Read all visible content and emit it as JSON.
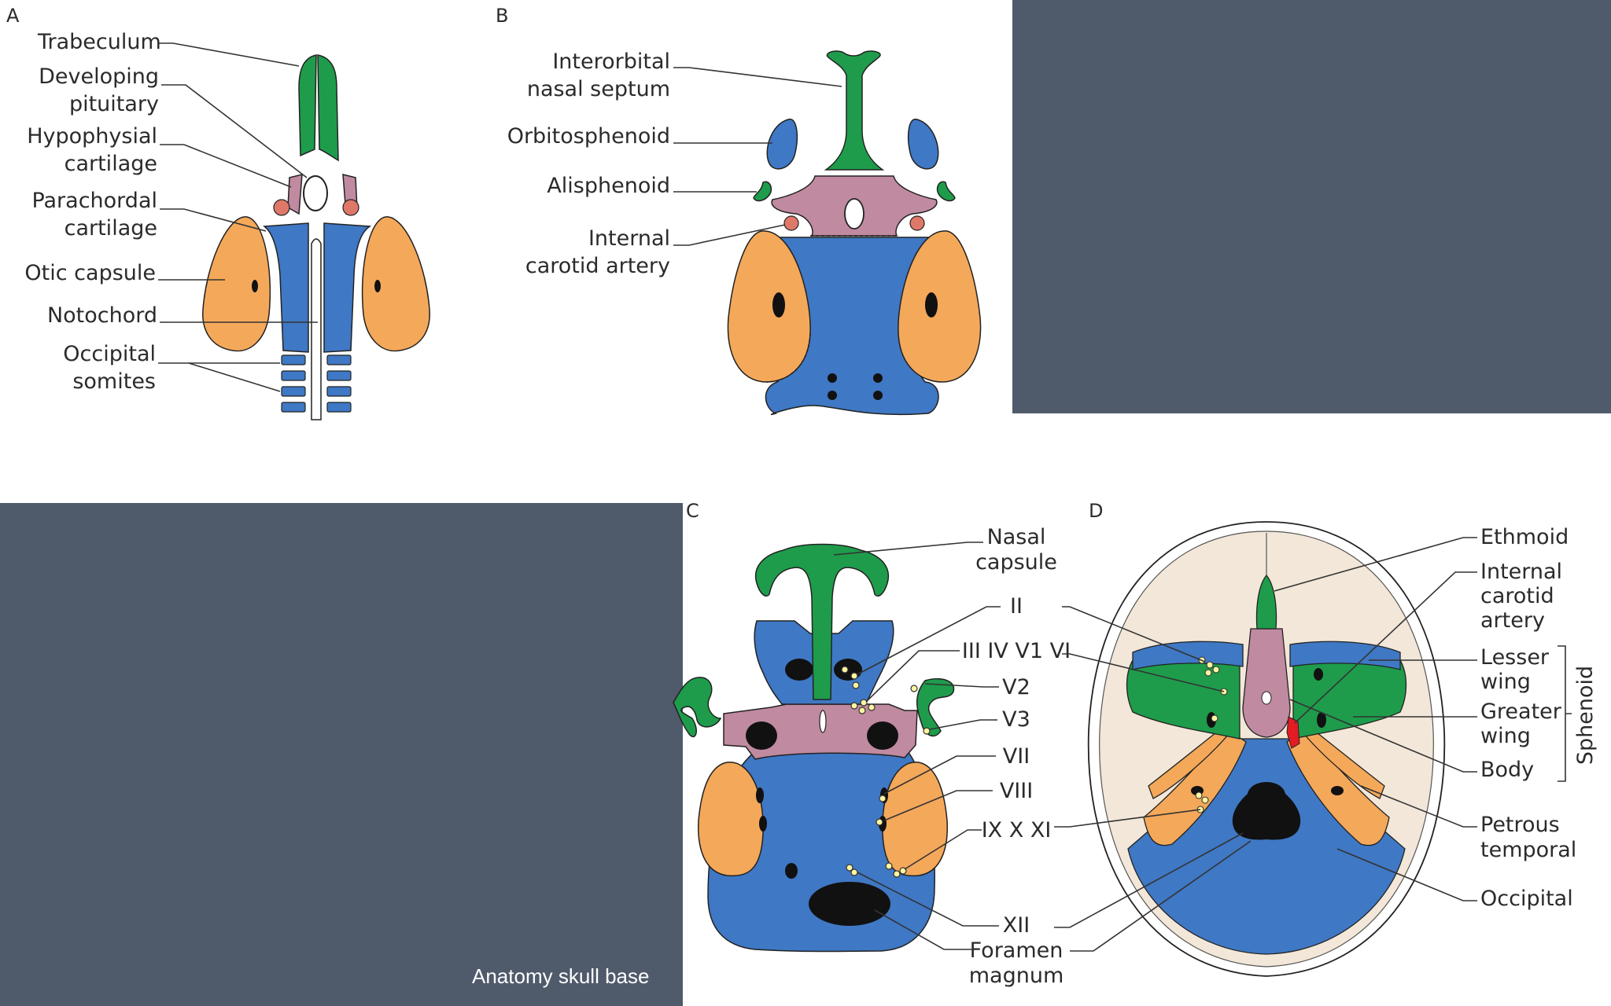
{
  "slide": {
    "caption": "Anatomy skull base",
    "background_color": "#4f5a6b"
  },
  "colors": {
    "green": "#1e9c4b",
    "pink": "#c08aa0",
    "blue": "#3f78c4",
    "orange": "#f4a85a",
    "red_dot": "#e0786a",
    "skull_fill": "#f2e7d8",
    "yellow_dot": "#fff5a0",
    "red_highlight": "#e31b23"
  },
  "panels": {
    "a": {
      "letter": "A",
      "labels": {
        "trabeculum": "Trabeculum",
        "developing_1": "Developing",
        "developing_2": "pituitary",
        "hypophysial_1": "Hypophysial",
        "hypophysial_2": "cartilage",
        "parachordal_1": "Parachordal",
        "parachordal_2": "cartilage",
        "otic": "Otic capsule",
        "notochord": "Notochord",
        "occipital_1": "Occipital",
        "occipital_2": "somites"
      }
    },
    "b": {
      "letter": "B",
      "labels": {
        "interorbital_1": "Interorbital",
        "interorbital_2": "nasal septum",
        "orbitosphenoid": "Orbitosphenoid",
        "alisphenoid": "Alisphenoid",
        "carotid_1": "Internal",
        "carotid_2": "carotid artery"
      }
    },
    "c": {
      "letter": "C",
      "labels": {
        "nasal_1": "Nasal",
        "nasal_2": "capsule",
        "ii": "II",
        "iii_vi": "III IV V1 VI",
        "v2": "V2",
        "v3": "V3",
        "vii": "VII",
        "viii": "VIII",
        "ix_xi": "IX X XI",
        "xii": "XII",
        "foramen_1": "Foramen",
        "foramen_2": "magnum"
      }
    },
    "d": {
      "letter": "D",
      "labels": {
        "ethmoid": "Ethmoid",
        "carotid_1": "Internal",
        "carotid_2": "carotid",
        "carotid_3": "artery",
        "lesser_1": "Lesser",
        "lesser_2": "wing",
        "greater_1": "Greater",
        "greater_2": "wing",
        "body": "Body",
        "sphenoid": "Sphenoid",
        "petrous_1": "Petrous",
        "petrous_2": "temporal",
        "occipital": "Occipital"
      }
    }
  }
}
